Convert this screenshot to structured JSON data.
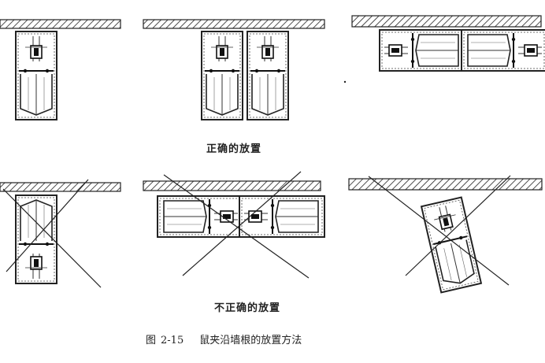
{
  "labels": {
    "correct": "正确的放置",
    "incorrect": "不正确的放置"
  },
  "caption": {
    "figure_prefix": "图",
    "figure_number": "2-15",
    "title": "鼠夹沿墙根的放置方法"
  },
  "panels": [
    {
      "row": "correct",
      "traps": 1,
      "orientation": "perpendicular",
      "crossed_out": false
    },
    {
      "row": "correct",
      "traps": 2,
      "orientation": "perpendicular",
      "crossed_out": false
    },
    {
      "row": "correct",
      "traps": 2,
      "orientation": "parallel",
      "crossed_out": false
    },
    {
      "row": "incorrect",
      "traps": 1,
      "orientation": "perpendicular-reversed",
      "crossed_out": true
    },
    {
      "row": "incorrect",
      "traps": 2,
      "orientation": "parallel-reversed",
      "crossed_out": true
    },
    {
      "row": "incorrect",
      "traps": 1,
      "orientation": "diagonal",
      "crossed_out": true
    }
  ]
}
